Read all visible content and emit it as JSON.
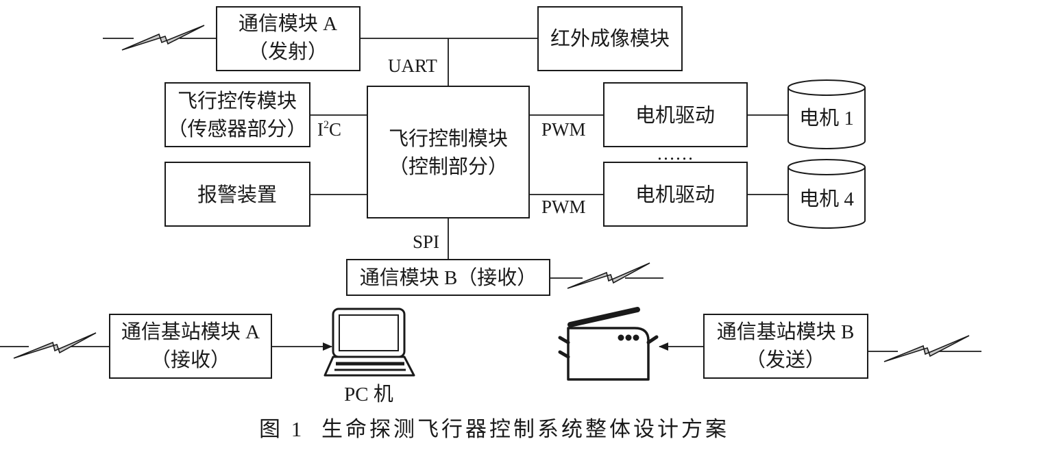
{
  "blocks": {
    "comm_a": {
      "line1": "通信模块 A",
      "line2": "（发射）"
    },
    "infrared": {
      "line1": "红外成像模块"
    },
    "sensor": {
      "line1": "飞行控传模块",
      "line2": "（传感器部分）"
    },
    "fcu": {
      "line1": "飞行控制模块",
      "line2": "（控制部分）"
    },
    "alarm": {
      "line1": "报警装置"
    },
    "driver1": {
      "line1": "电机驱动"
    },
    "driver4": {
      "line1": "电机驱动"
    },
    "motor1": {
      "line1": "电机 1"
    },
    "motor4": {
      "line1": "电机 4"
    },
    "comm_b": {
      "line1": "通信模块 B（接收）"
    },
    "base_a": {
      "line1": "通信基站模块 A",
      "line2": "（接收）"
    },
    "base_b": {
      "line1": "通信基站模块 B",
      "line2": "（发送）"
    }
  },
  "signals": {
    "uart": "UART",
    "i2c_prefix": "I",
    "i2c_sup": "2",
    "i2c_suffix": "C",
    "pwm_top": "PWM",
    "pwm_bottom": "PWM",
    "spi": "SPI",
    "ellipsis": "……"
  },
  "devices": {
    "pc_label": "PC 机"
  },
  "caption": {
    "figure_no": "图 1",
    "title": "生命探测飞行器控制系统整体设计方案"
  }
}
